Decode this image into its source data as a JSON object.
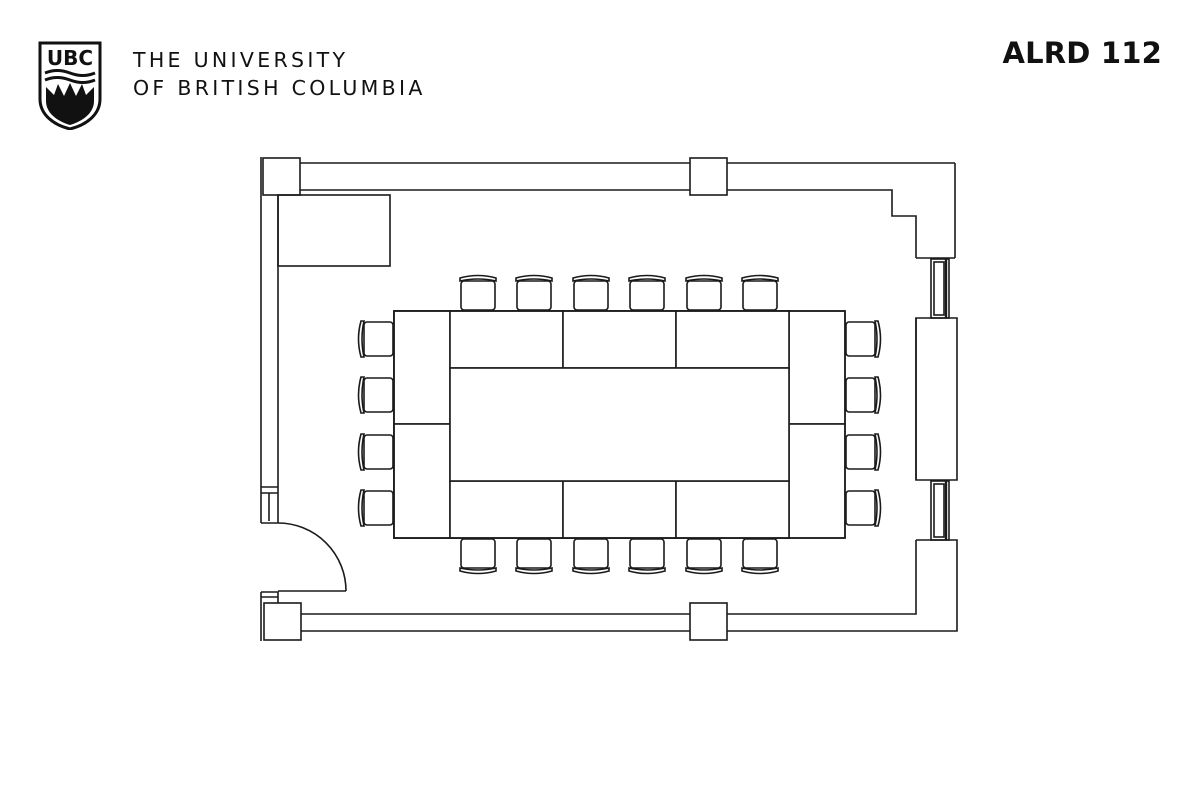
{
  "header": {
    "logo_text": "UBC",
    "institution_line1": "THE UNIVERSITY",
    "institution_line2": "OF BRITISH COLUMBIA",
    "room_code": "ALRD 112"
  },
  "floor_plan": {
    "room": "ALRD 112",
    "layout": "boardroom",
    "table": {
      "shape": "rectangle (hollow-square of modular tables)",
      "segments": 10
    },
    "seating": {
      "top_side": 6,
      "bottom_side": 6,
      "left_side": 4,
      "right_side": 4,
      "total": 20
    },
    "features": [
      "door (lower-left, swing arc)",
      "credenza/cabinet (upper-left)",
      "two windows (right wall)",
      "columns (4 visible)"
    ]
  },
  "colors": {
    "line": "#1a1a1a",
    "background": "#ffffff"
  }
}
